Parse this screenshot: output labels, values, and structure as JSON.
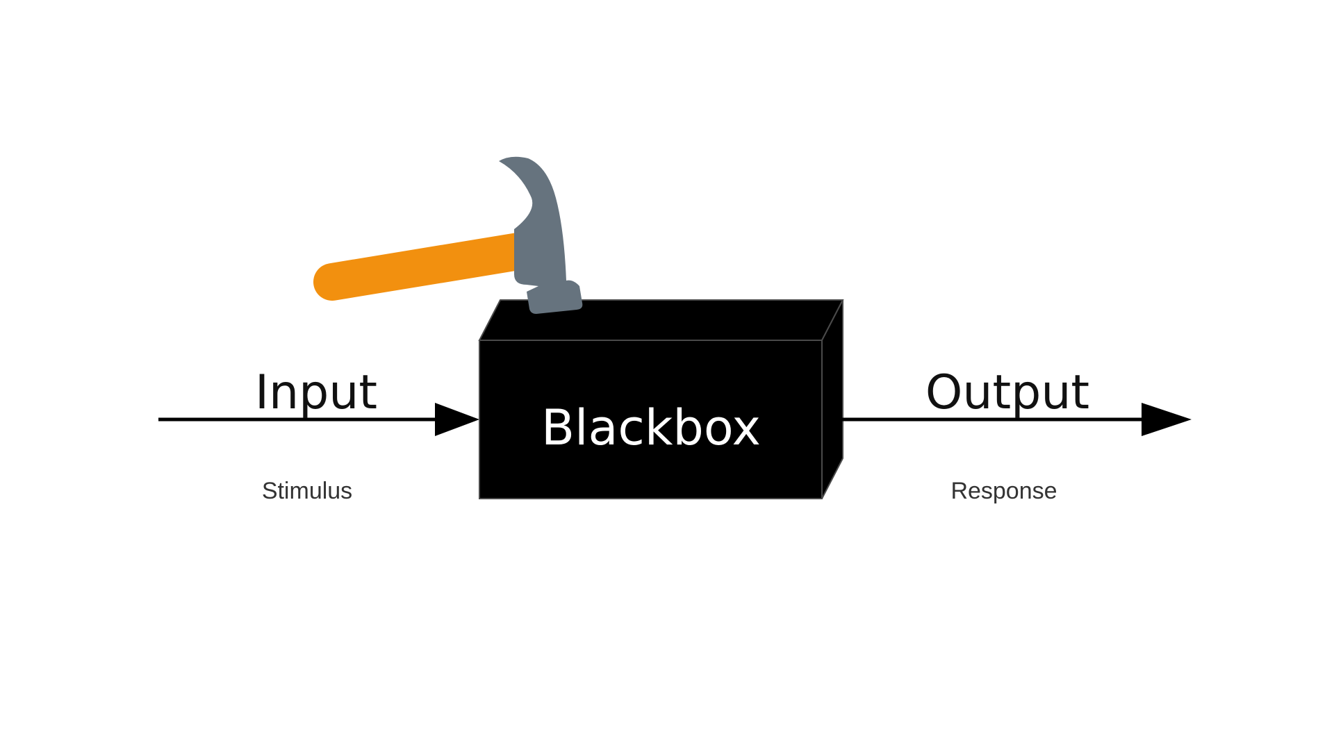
{
  "diagram": {
    "input_label": "Input",
    "input_sublabel": "Stimulus",
    "box_label": "Blackbox",
    "output_label": "Output",
    "output_sublabel": "Response"
  },
  "icons": {
    "hammer": "hammer-icon"
  },
  "colors": {
    "background": "#ffffff",
    "box": "#000000",
    "box_text": "#ffffff",
    "arrow": "#000000",
    "hammer_handle": "#f2900f",
    "hammer_head": "#66737e"
  }
}
